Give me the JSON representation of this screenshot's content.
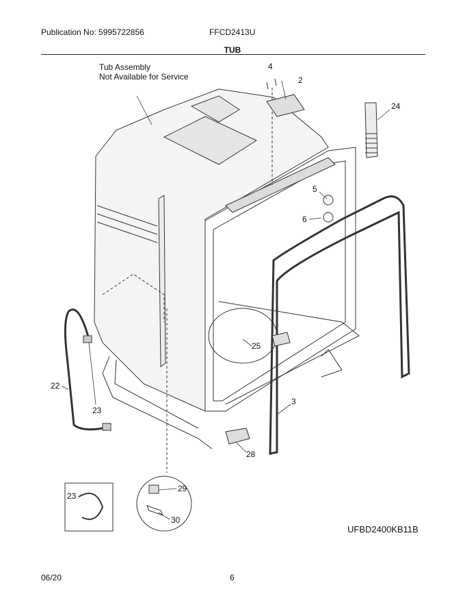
{
  "header": {
    "publication": "Publication No: 5995722856",
    "model": "FFCD2413U"
  },
  "section_title": "TUB",
  "note": {
    "line1": "Tub Assembly",
    "line2": "Not Available for Service"
  },
  "callouts": {
    "c2": "2",
    "c3": "3",
    "c4": "4",
    "c5": "5",
    "c6": "6",
    "c22": "22",
    "c23": "23",
    "c23_inset": "23",
    "c24": "24",
    "c25": "25",
    "c28": "28",
    "c29": "29",
    "c30": "30"
  },
  "diagram_code": "UFBD2400KB11B",
  "footer": {
    "date": "06/20",
    "page": "6"
  }
}
